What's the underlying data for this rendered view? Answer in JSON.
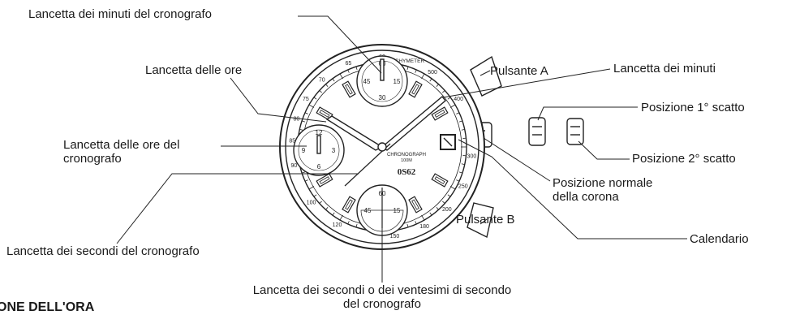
{
  "labels": {
    "chrono_minute_hand": "Lancetta dei minuti del cronografo",
    "hour_hand": "Lancetta delle ore",
    "pusher_a": "Pulsante A",
    "minute_hand": "Lancetta dei minuti",
    "crown_pos_1": "Posizione 1° scatto",
    "chrono_hour_hand_l1": "Lancetta delle ore del",
    "chrono_hour_hand_l2": "cronografo",
    "crown_pos_2": "Posizione 2° scatto",
    "crown_normal_l1": "Posizione normale",
    "crown_normal_l2": "della corona",
    "pusher_b": "Pulsante B",
    "calendar": "Calendario",
    "chrono_second_hand": "Lancetta dei secondi del cronografo",
    "chrono_sec_twentieth_l1": "Lancetta dei secondi o dei ventesimi di secondo",
    "chrono_sec_twentieth_l2": "del cronografo",
    "section_heading_fragment": "ONE DELL'ORA"
  },
  "dial": {
    "brand_line_1": "CHRONOGRAPH",
    "brand_line_2": "100M",
    "caliber": "0S62",
    "bezel_top": "TACHYMETER",
    "bezel_numbers": [
      "60",
      "65",
      "70",
      "75",
      "80",
      "85",
      "90",
      "100",
      "120",
      "150",
      "180",
      "200",
      "250",
      "300",
      "400",
      "500"
    ],
    "sub_top": [
      "60",
      "15",
      "30",
      "45"
    ],
    "sub_left": [
      "12",
      "3",
      "6",
      "9"
    ],
    "sub_bottom": [
      "60",
      "15",
      "45"
    ]
  }
}
